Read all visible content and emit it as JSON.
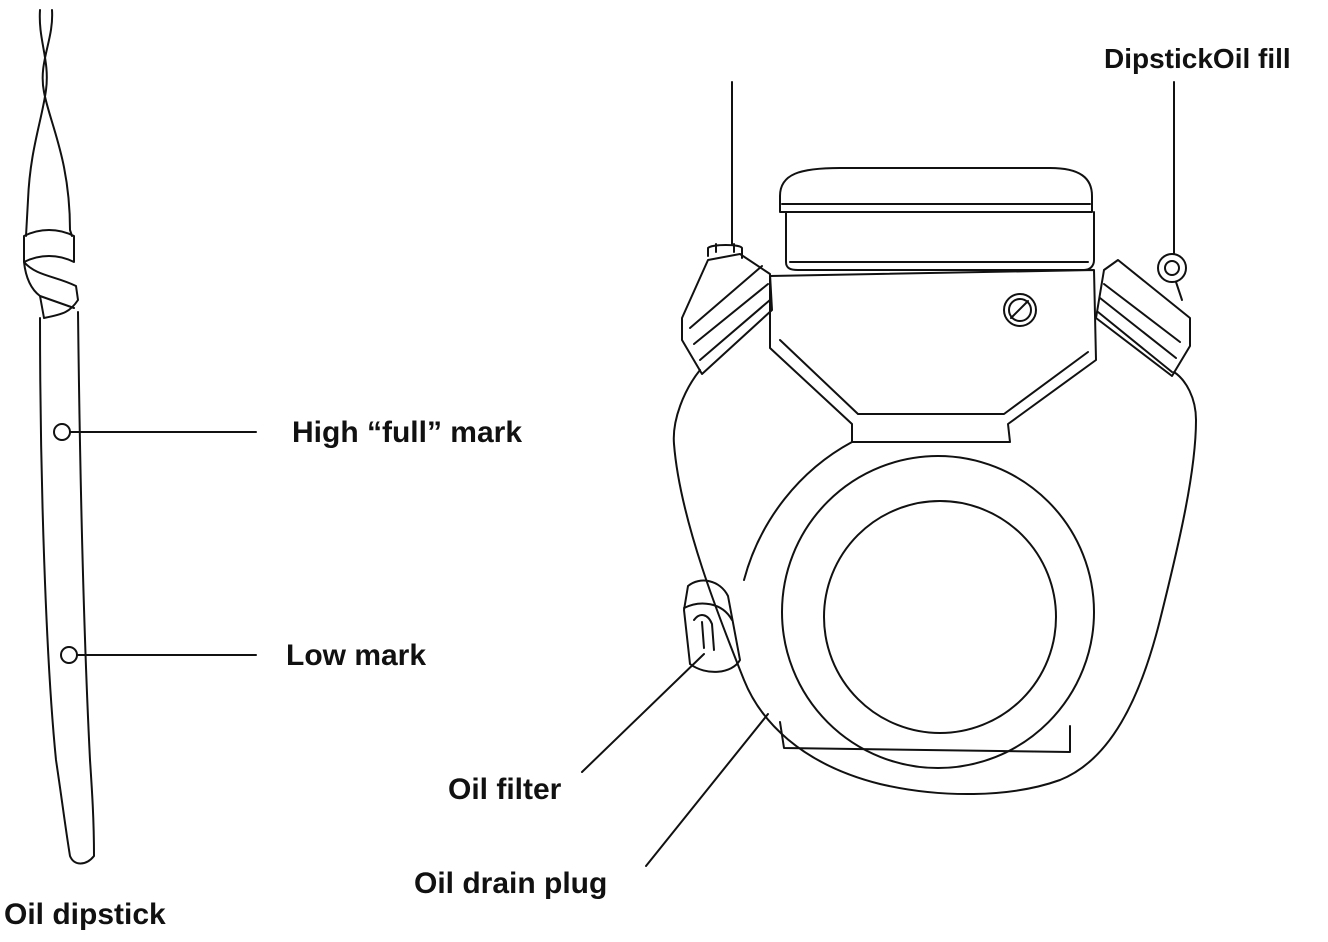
{
  "labels": {
    "high_mark": "High “full” mark",
    "low_mark": "Low mark",
    "oil_filter": "Oil filter",
    "oil_drain_plug": "Oil drain plug",
    "oil_dipstick": "Oil dipstick",
    "dipstick_oil_fill": "DipstickOil fill"
  },
  "colors": {
    "line": "#111111",
    "background": "#ffffff"
  }
}
